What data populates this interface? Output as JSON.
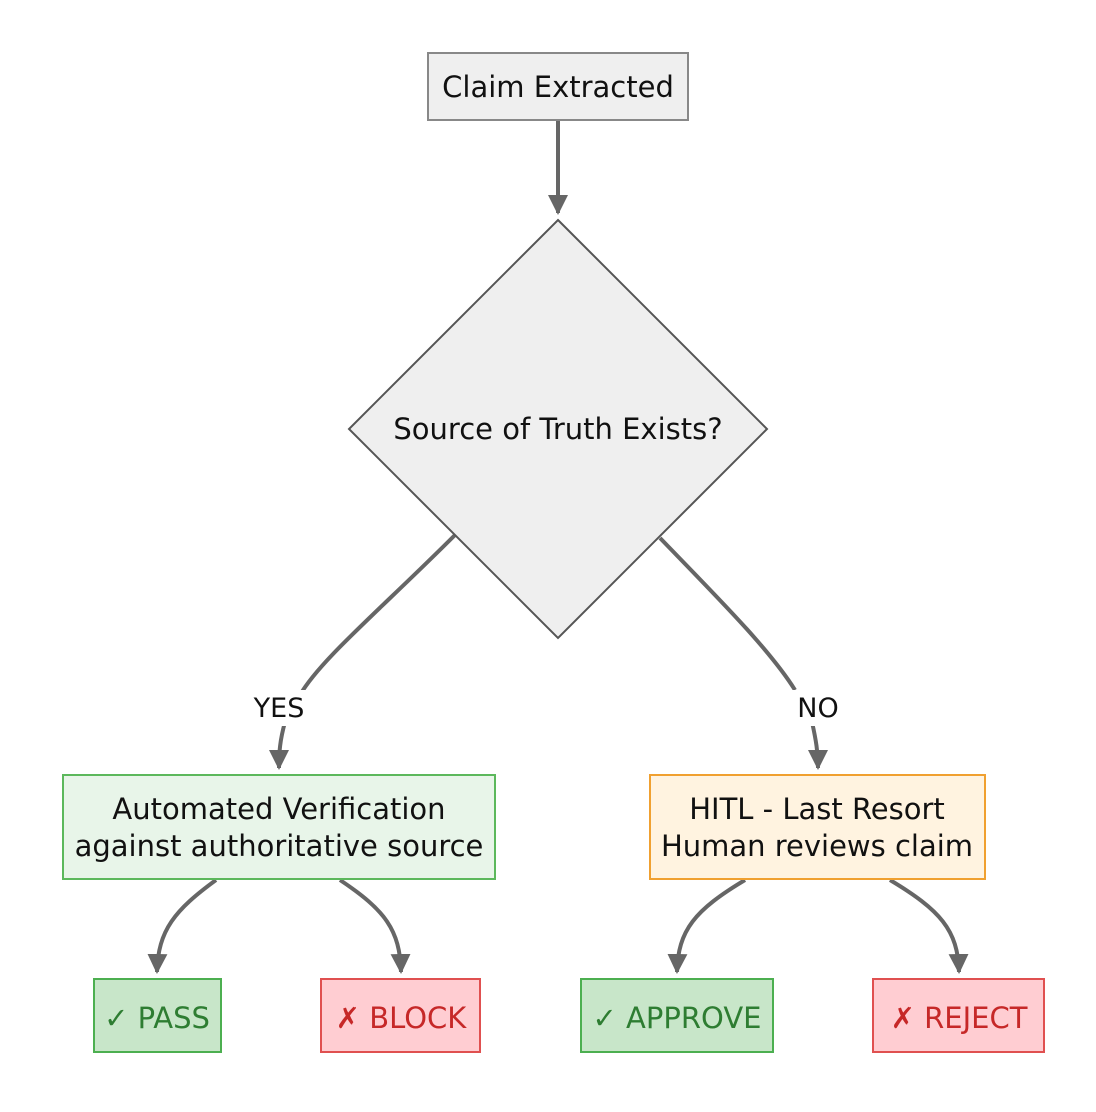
{
  "nodes": {
    "start": {
      "label": "Claim Extracted"
    },
    "decision": {
      "label": "Source of Truth Exists?"
    },
    "automated": {
      "lines": [
        "Automated Verification",
        "against authoritative source"
      ]
    },
    "hitl": {
      "lines": [
        "HITL - Last Resort",
        "Human reviews claim"
      ]
    },
    "pass": {
      "label": "✓ PASS"
    },
    "block": {
      "label": "✗ BLOCK"
    },
    "approve": {
      "label": "✓ APPROVE"
    },
    "reject": {
      "label": "✗ REJECT"
    }
  },
  "edges": {
    "yes_label": "YES",
    "no_label": "NO"
  },
  "colors": {
    "neutral_fill": "#efefef",
    "neutral_stroke": "#888888",
    "green_fill": "#e8f5e9",
    "green_stroke": "#5cb85c",
    "orange_fill": "#fff3e0",
    "orange_stroke": "#f0a030",
    "pass_fill": "#c8e6c9",
    "pass_stroke": "#4caf50",
    "pass_text": "#2e7d32",
    "block_fill": "#ffcdd2",
    "block_stroke": "#e05050",
    "block_text": "#c62828",
    "edge": "#666666"
  }
}
